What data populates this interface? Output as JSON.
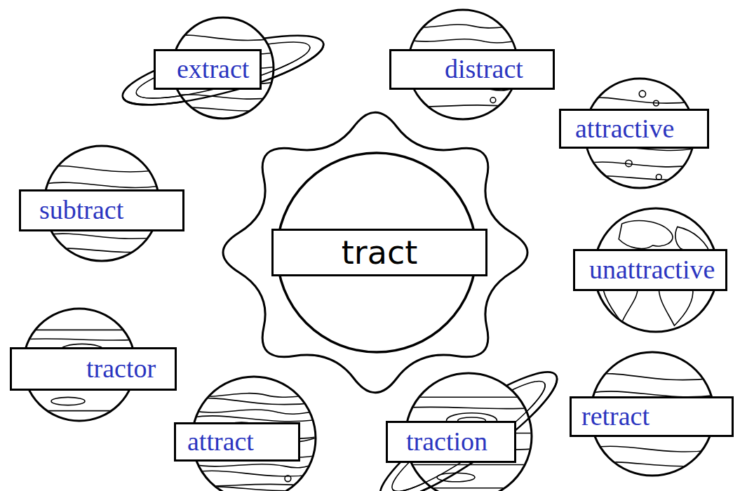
{
  "diagram": {
    "nodes": [
      {
        "text": [
          "extract"
        ]
      },
      {
        "text": [
          "distract"
        ]
      },
      {
        "text": [
          "attractive"
        ]
      },
      {
        "text": [
          "subtract"
        ]
      },
      {
        "text": [
          "tract"
        ]
      },
      {
        "text": [
          "unattractive"
        ]
      },
      {
        "text": [
          "tractor"
        ]
      },
      {
        "text": [
          "attract"
        ]
      },
      {
        "text": [
          "traction"
        ]
      },
      {
        "text": [
          "retract"
        ]
      }
    ]
  }
}
